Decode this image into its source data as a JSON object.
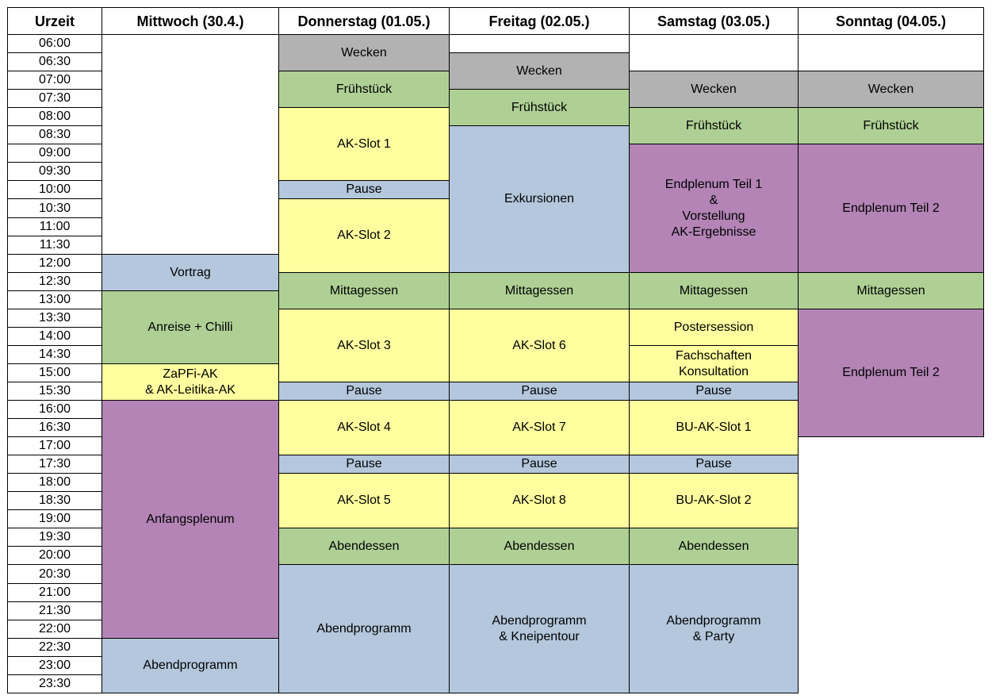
{
  "header": {
    "time_label": "Urzeit",
    "days": [
      "Mittwoch (30.4.)",
      "Donnerstag (01.05.)",
      "Freitag (02.05.)",
      "Samstag (03.05.)",
      "Sonntag (04.05.)"
    ]
  },
  "times": [
    "06:00",
    "06:30",
    "07:00",
    "07:30",
    "08:00",
    "08:30",
    "09:00",
    "09:30",
    "10:00",
    "10:30",
    "11:00",
    "11:30",
    "12:00",
    "12:30",
    "13:00",
    "13:30",
    "14:00",
    "14:30",
    "15:00",
    "15:30",
    "16:00",
    "16:30",
    "17:00",
    "17:30",
    "18:00",
    "18:30",
    "19:00",
    "19:30",
    "20:00",
    "20:30",
    "21:00",
    "21:30",
    "22:00",
    "22:30",
    "23:00",
    "23:30"
  ],
  "colors": {
    "gray": "#b2b2b2",
    "green": "#afd095",
    "yellow": "#ffff9f",
    "blue": "#b4c7dc",
    "purple": "#b384b5",
    "white": "#ffffff"
  },
  "columns": [
    [
      {
        "label": "",
        "start": "06:00",
        "end": "12:00",
        "color": "white"
      },
      {
        "label": "Vortrag",
        "start": "12:00",
        "end": "13:00",
        "color": "blue"
      },
      {
        "label": "Anreise + Chilli",
        "start": "13:00",
        "end": "15:00",
        "color": "green"
      },
      {
        "label": "ZaPFi-AK\n& AK-Leitika-AK",
        "start": "15:00",
        "end": "16:00",
        "color": "yellow"
      },
      {
        "label": "Anfangsplenum",
        "start": "16:00",
        "end": "22:30",
        "color": "purple"
      },
      {
        "label": "Abendprogramm",
        "start": "22:30",
        "end": "24:00",
        "color": "blue"
      }
    ],
    [
      {
        "label": "Wecken",
        "start": "06:00",
        "end": "07:00",
        "color": "gray"
      },
      {
        "label": "Frühstück",
        "start": "07:00",
        "end": "08:00",
        "color": "green"
      },
      {
        "label": "AK-Slot 1",
        "start": "08:00",
        "end": "10:00",
        "color": "yellow"
      },
      {
        "label": "Pause",
        "start": "10:00",
        "end": "10:30",
        "color": "blue"
      },
      {
        "label": "AK-Slot 2",
        "start": "10:30",
        "end": "12:30",
        "color": "yellow"
      },
      {
        "label": "Mittagessen",
        "start": "12:30",
        "end": "13:30",
        "color": "green"
      },
      {
        "label": "AK-Slot 3",
        "start": "13:30",
        "end": "15:30",
        "color": "yellow"
      },
      {
        "label": "Pause",
        "start": "15:30",
        "end": "16:00",
        "color": "blue"
      },
      {
        "label": "AK-Slot 4",
        "start": "16:00",
        "end": "17:30",
        "color": "yellow"
      },
      {
        "label": "Pause",
        "start": "17:30",
        "end": "18:00",
        "color": "blue"
      },
      {
        "label": "AK-Slot 5",
        "start": "18:00",
        "end": "19:30",
        "color": "yellow"
      },
      {
        "label": "Abendessen",
        "start": "19:30",
        "end": "20:30",
        "color": "green"
      },
      {
        "label": "Abendprogramm",
        "start": "20:30",
        "end": "24:00",
        "color": "blue"
      }
    ],
    [
      {
        "label": "Wecken",
        "start": "06:30",
        "end": "07:30",
        "color": "gray"
      },
      {
        "label": "Frühstück",
        "start": "07:30",
        "end": "08:30",
        "color": "green"
      },
      {
        "label": "Exkursionen",
        "start": "08:30",
        "end": "12:30",
        "color": "blue"
      },
      {
        "label": "Mittagessen",
        "start": "12:30",
        "end": "13:30",
        "color": "green"
      },
      {
        "label": "AK-Slot 6",
        "start": "13:30",
        "end": "15:30",
        "color": "yellow"
      },
      {
        "label": "Pause",
        "start": "15:30",
        "end": "16:00",
        "color": "blue"
      },
      {
        "label": "AK-Slot 7",
        "start": "16:00",
        "end": "17:30",
        "color": "yellow"
      },
      {
        "label": "Pause",
        "start": "17:30",
        "end": "18:00",
        "color": "blue"
      },
      {
        "label": "AK-Slot 8",
        "start": "18:00",
        "end": "19:30",
        "color": "yellow"
      },
      {
        "label": "Abendessen",
        "start": "19:30",
        "end": "20:30",
        "color": "green"
      },
      {
        "label": "Abendprogramm\n& Kneipentour",
        "start": "20:30",
        "end": "24:00",
        "color": "blue"
      }
    ],
    [
      {
        "label": "",
        "start": "06:00",
        "end": "07:00",
        "color": "white"
      },
      {
        "label": "Wecken",
        "start": "07:00",
        "end": "08:00",
        "color": "gray"
      },
      {
        "label": "Frühstück",
        "start": "08:00",
        "end": "09:00",
        "color": "green"
      },
      {
        "label": "Endplenum Teil 1\n&\nVorstellung\nAK-Ergebnisse",
        "start": "09:00",
        "end": "12:30",
        "color": "purple"
      },
      {
        "label": "Mittagessen",
        "start": "12:30",
        "end": "13:30",
        "color": "green"
      },
      {
        "label": "Postersession",
        "start": "13:30",
        "end": "14:30",
        "color": "yellow"
      },
      {
        "label": "Fachschaften\nKonsultation",
        "start": "14:30",
        "end": "15:30",
        "color": "yellow"
      },
      {
        "label": "Pause",
        "start": "15:30",
        "end": "16:00",
        "color": "blue"
      },
      {
        "label": "BU-AK-Slot 1",
        "start": "16:00",
        "end": "17:30",
        "color": "yellow"
      },
      {
        "label": "Pause",
        "start": "17:30",
        "end": "18:00",
        "color": "blue"
      },
      {
        "label": "BU-AK-Slot 2",
        "start": "18:00",
        "end": "19:30",
        "color": "yellow"
      },
      {
        "label": "Abendessen",
        "start": "19:30",
        "end": "20:30",
        "color": "green"
      },
      {
        "label": "Abendprogramm\n& Party",
        "start": "20:30",
        "end": "24:00",
        "color": "blue"
      }
    ],
    [
      {
        "label": "",
        "start": "06:00",
        "end": "07:00",
        "color": "white"
      },
      {
        "label": "Wecken",
        "start": "07:00",
        "end": "08:00",
        "color": "gray"
      },
      {
        "label": "Frühstück",
        "start": "08:00",
        "end": "09:00",
        "color": "green"
      },
      {
        "label": "Endplenum Teil 2",
        "start": "09:00",
        "end": "12:30",
        "color": "purple"
      },
      {
        "label": "Mittagessen",
        "start": "12:30",
        "end": "13:30",
        "color": "green"
      },
      {
        "label": "Endplenum Teil 2",
        "start": "13:30",
        "end": "17:00",
        "color": "purple"
      }
    ]
  ]
}
